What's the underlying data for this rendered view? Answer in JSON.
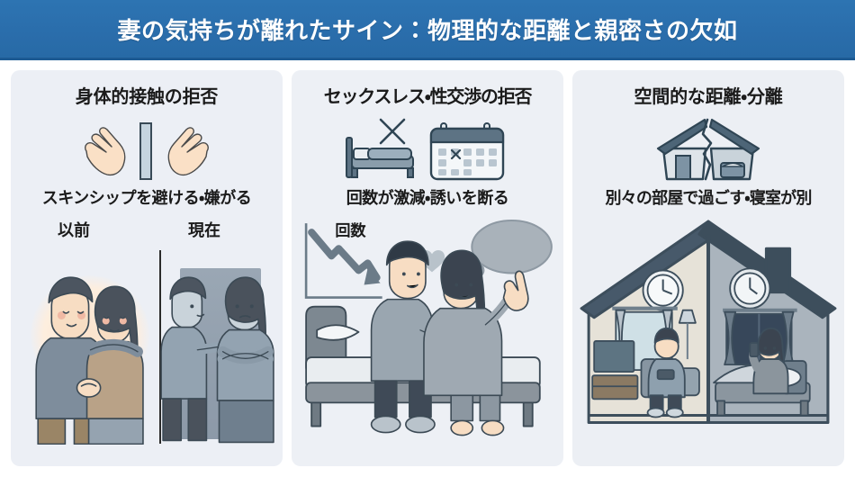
{
  "header": {
    "title": "妻の気持ちが離れたサイン：物理的な距離と親密さの欠如",
    "bg_color": "#2a6dab",
    "text_color": "#ffffff"
  },
  "panels": [
    {
      "id": "physical-contact-refusal",
      "title": "身体的接触の拒否",
      "subtitle": "スキンシップを避ける・嫌がる",
      "icons": [
        "hand-left-icon",
        "barrier-icon",
        "hand-right-icon"
      ],
      "compare": {
        "before_label": "以前",
        "after_label": "現在"
      },
      "illustration": "couple-embracing-vs-rejecting-illustration"
    },
    {
      "id": "sexless-refusal",
      "title": "セックスレス・性交渉の拒否",
      "subtitle": "回数が激減・誘いを断る",
      "icons": [
        "bed-cross-icon",
        "calendar-cross-icon"
      ],
      "chart_label": "回数",
      "illustration": "couple-on-bed-illustration"
    },
    {
      "id": "spatial-distance",
      "title": "空間的な距離・分離",
      "subtitle": "別々の部屋で過ごす・寝室が別",
      "icons": [
        "cracked-house-icon"
      ],
      "illustration": "house-cross-section-separate-rooms-illustration"
    }
  ],
  "chart_data": {
    "type": "line",
    "title": "回数",
    "categories": [
      "",
      "",
      "",
      "",
      ""
    ],
    "values": [
      100,
      72,
      78,
      40,
      12
    ],
    "xlabel": "",
    "ylabel": "回数",
    "ylim": [
      0,
      100
    ],
    "annotations": [
      "downward-arrow"
    ],
    "grid": false,
    "legend": "none"
  },
  "palette": {
    "panel_bg": "#eceff5",
    "page_bg": "#ffffff",
    "heading_text": "#1b1b1b",
    "ink": "#3f5666",
    "ink_dark": "#2f4554",
    "skin": "#f7ddc3",
    "warm_glow": "#fbe3cd",
    "cloth_blue": "#8b9bab",
    "cloth_tan": "#b9a287"
  }
}
